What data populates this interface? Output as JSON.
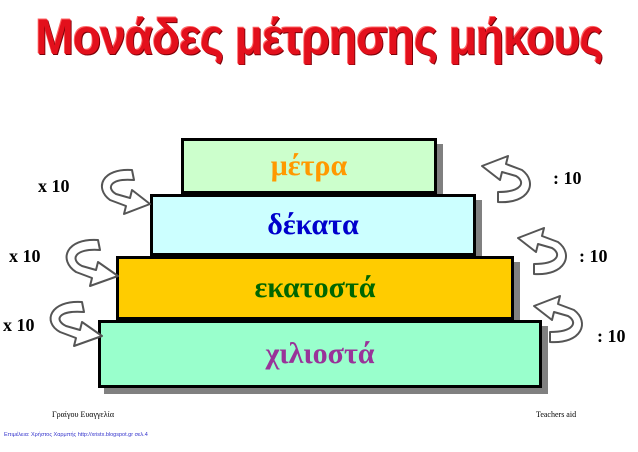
{
  "title": "Μονάδες μέτρησης μήκους",
  "steps": [
    {
      "label": "μέτρα",
      "bg": "#ccffcc",
      "color": "#ff9900"
    },
    {
      "label": "δέκατα",
      "bg": "#ccffff",
      "color": "#0000cc"
    },
    {
      "label": "εκατοστά",
      "bg": "#ffcc00",
      "color": "#006600"
    },
    {
      "label": "χιλιοστά",
      "bg": "#99ffcc",
      "color": "#993399"
    }
  ],
  "multiply_labels": [
    "x 10",
    "x 10",
    "x 10"
  ],
  "divide_labels": [
    ": 10",
    ": 10",
    ": 10"
  ],
  "credits": {
    "author": "Γραίγου Ευαγγελία",
    "source": "Teachers aid",
    "footer": "Επιμέλεια: Χρήστος Χαρμπής http://xristx.blogspot.gr σελ.4"
  },
  "colors": {
    "title": "#e3101c",
    "arrow_fill": "#ffffff",
    "arrow_stroke": "#555555"
  }
}
